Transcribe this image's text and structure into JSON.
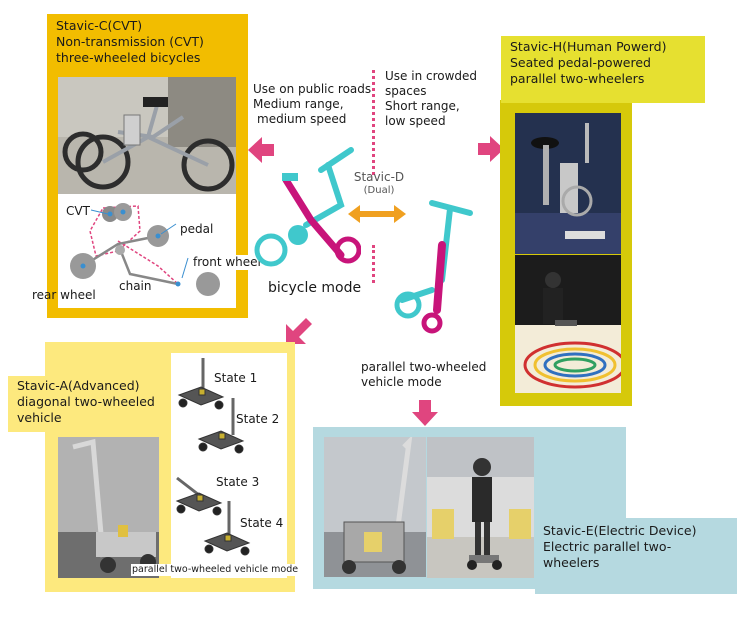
{
  "colors": {
    "stavic_c_border": "#f2bd00",
    "stavic_h_border": "#d6c90a",
    "stavic_h_label_bg": "#e6e030",
    "stavic_a_bg": "#fde97e",
    "stavic_e_bg": "#b5d9e0",
    "arrow_pink": "#e0457f",
    "arrow_orange": "#f0a020",
    "dotted_line": "#e0457f",
    "vehicle_cyan": "#40c8cc",
    "vehicle_magenta": "#c8147a"
  },
  "stavic_c": {
    "title": "Stavic-C(CVT)",
    "line2": "Non-transmission (CVT)",
    "line3": "three-wheeled bicycles",
    "diagram": {
      "cvt": "CVT",
      "pedal": "pedal",
      "front_wheel": "front wheel",
      "rear_wheel": "rear wheel",
      "chain": "chain"
    }
  },
  "stavic_h": {
    "title": "Stavic-H(Human Powerd)",
    "line2": "Seated pedal-powered",
    "line3": "parallel two-wheelers"
  },
  "stavic_a": {
    "title": "Stavic-A(Advanced)",
    "line2": "diagonal two-wheeled",
    "line3": "vehicle",
    "states": [
      "State 1",
      "State 2",
      "State 3",
      "State 4"
    ],
    "caption": "parallel two-wheeled vehicle mode"
  },
  "stavic_e": {
    "title": "Stavic-E(Electric Device)",
    "line2": "Electric parallel two-",
    "line3": "wheelers"
  },
  "stavic_d": {
    "name": "Stavic-D",
    "sub": "(Dual)",
    "bicycle_mode": "bicycle mode",
    "parallel_mode_1": "parallel two-wheeled",
    "parallel_mode_2": "vehicle mode"
  },
  "public_roads": {
    "line1": "Use on public roads",
    "line2": "Medium range,",
    "line3": "medium speed"
  },
  "crowded": {
    "line1": "Use in crowded",
    "line2": "spaces",
    "line3": "Short range,",
    "line4": "low speed"
  }
}
